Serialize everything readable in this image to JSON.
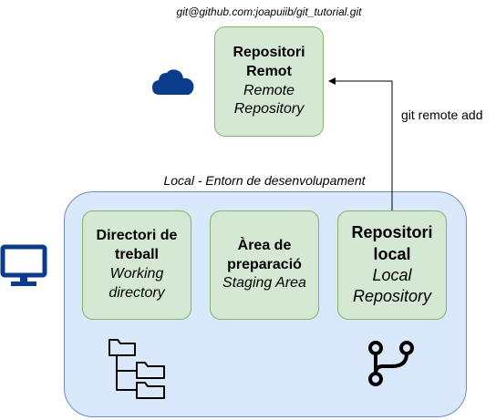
{
  "remote": {
    "url": "git@github.com:joapuiib/git_tutorial.git",
    "title_line1": "Repositori",
    "title_line2": "Remot",
    "sub_line1": "Remote",
    "sub_line2": "Repository"
  },
  "local": {
    "label": "Local - Entorn de desenvolupament",
    "working_dir": {
      "title_line1": "Directori de",
      "title_line2": "treball",
      "sub_line1": "Working",
      "sub_line2": "directory"
    },
    "staging": {
      "title_line1": "Àrea de",
      "title_line2": "preparació",
      "sub_line1": "Staging Area"
    },
    "local_repo": {
      "title_line1": "Repositori",
      "title_line2": "local",
      "sub_line1": "Local",
      "sub_line2": "Repository"
    }
  },
  "edge": {
    "label": "git remote add"
  },
  "icons": {
    "cloud": "cloud-icon",
    "computer": "monitor-icon",
    "folders": "folder-tree-icon",
    "branch": "git-branch-icon"
  },
  "colors": {
    "green_fill": "#d5e8d4",
    "green_stroke": "#82b366",
    "blue_fill": "#dae8fc",
    "blue_stroke": "#6c8ebf",
    "icon_blue": "#0a3c8c"
  }
}
